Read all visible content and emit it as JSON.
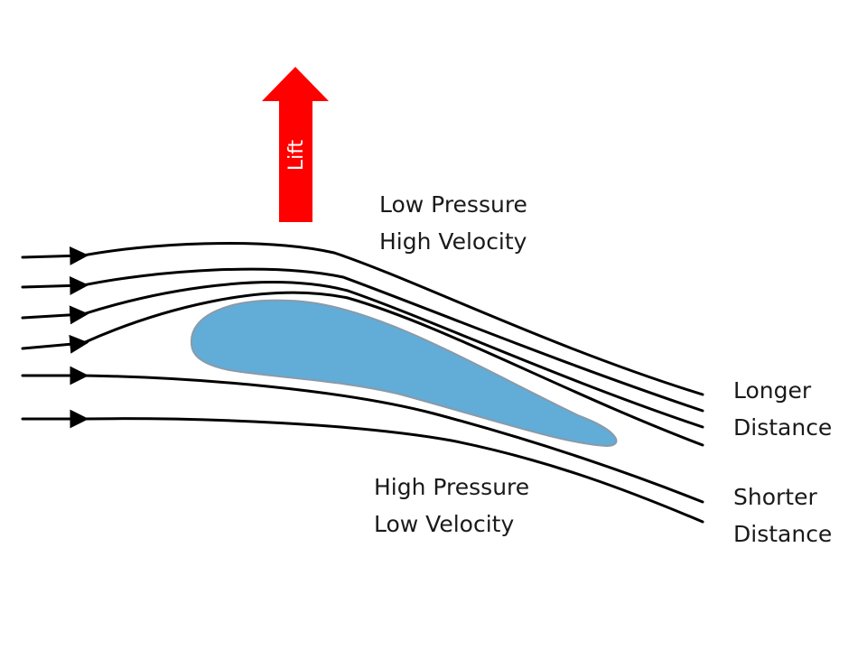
{
  "lift": {
    "label": "Lift",
    "arrow_color": "#ff0000",
    "text_color": "#ffffff"
  },
  "upper_region": {
    "line1": "Low Pressure",
    "line2": "High Velocity"
  },
  "lower_region": {
    "line1": "High Pressure",
    "line2": "Low Velocity"
  },
  "upper_path": {
    "line1": "Longer",
    "line2": "Distance"
  },
  "lower_path": {
    "line1": "Shorter",
    "line2": "Distance"
  },
  "airfoil": {
    "fill_color": "#62acd8",
    "stroke_color": "#8a9aa8"
  },
  "streamline_color": "#000000"
}
